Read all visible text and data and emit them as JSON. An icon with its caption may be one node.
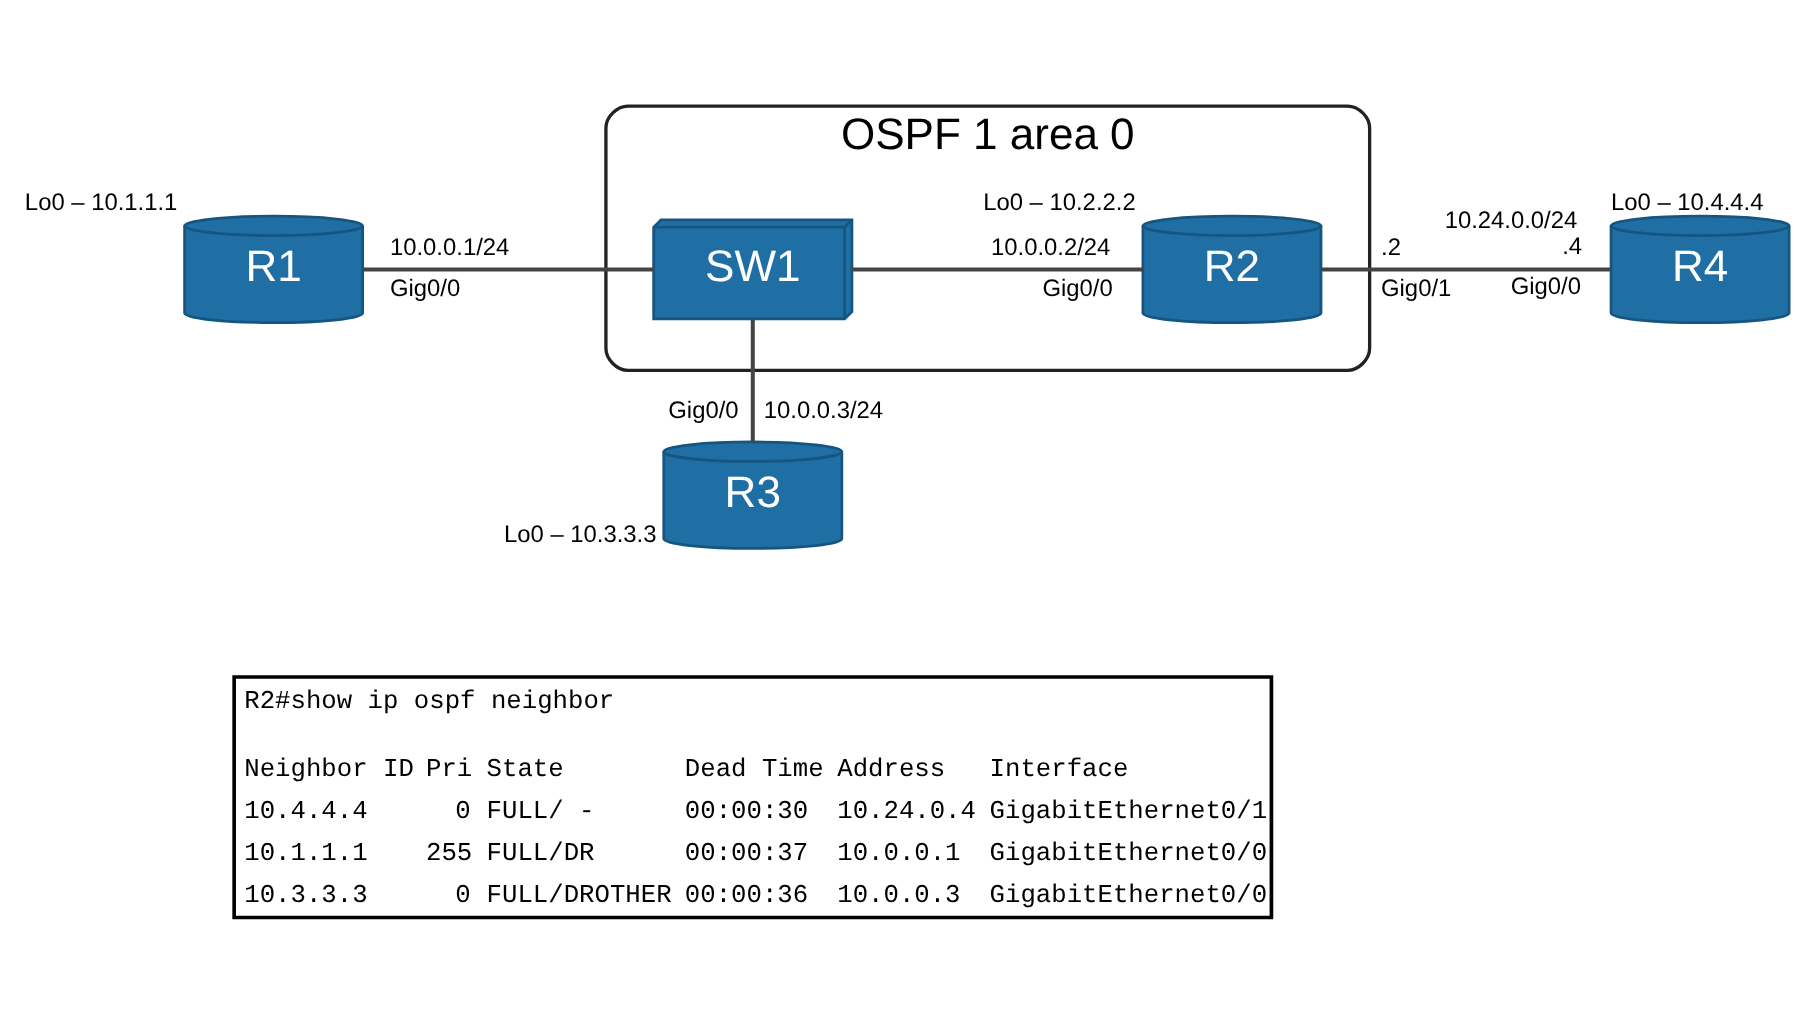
{
  "diagram": {
    "nodes": [
      {
        "text": [
          "OSPF 1 area 0"
        ]
      },
      {
        "text": [
          "R1"
        ],
        "beside": [
          "Gig0/0",
          "Lo0 – 10.1.1.1"
        ]
      },
      {
        "text": [
          "SW1"
        ],
        "in": 0
      },
      {
        "text": [
          "R2"
        ],
        "in": 0,
        "beside": [
          "Gig0/0",
          ".2",
          "Gig0/1",
          "Lo0 – 10.2.2.2"
        ]
      },
      {
        "text": [
          "R4"
        ],
        "beside": [
          ".4",
          "Gig0/0",
          "Lo0 – 10.4.4.4"
        ]
      },
      {
        "text": [
          "R3"
        ],
        "beside": [
          "Gig0/0",
          "Lo0 – 10.3.3.3"
        ]
      }
    ],
    "edges": [
      {
        "from": 1,
        "to": 2,
        "arrow": "none",
        "label": "10.0.0.1/24"
      },
      {
        "from": 2,
        "to": 3,
        "arrow": "none",
        "label": "10.0.0.2/24"
      },
      {
        "from": 3,
        "to": 4,
        "arrow": "none",
        "label": "10.24.0.0/24"
      },
      {
        "from": 2,
        "to": 5,
        "arrow": "none",
        "label": "10.0.0.3/24"
      }
    ],
    "labels": [
      "R2#show ip ospf neighbor",
      "Neighbor ID",
      "Pri",
      "State",
      "Dead Time",
      "Address",
      "Interface",
      "10.4.4.4",
      "0",
      "FULL/ -",
      "00:00:30",
      "10.24.0.4",
      "GigabitEthernet0/1",
      "10.1.1.1",
      "255",
      "FULL/DR",
      "00:00:37",
      "10.0.0.1",
      "GigabitEthernet0/0",
      "10.3.3.3",
      "0",
      "FULL/DROTHER",
      "00:00:36",
      "10.0.0.3",
      "GigabitEthernet0/0"
    ]
  }
}
